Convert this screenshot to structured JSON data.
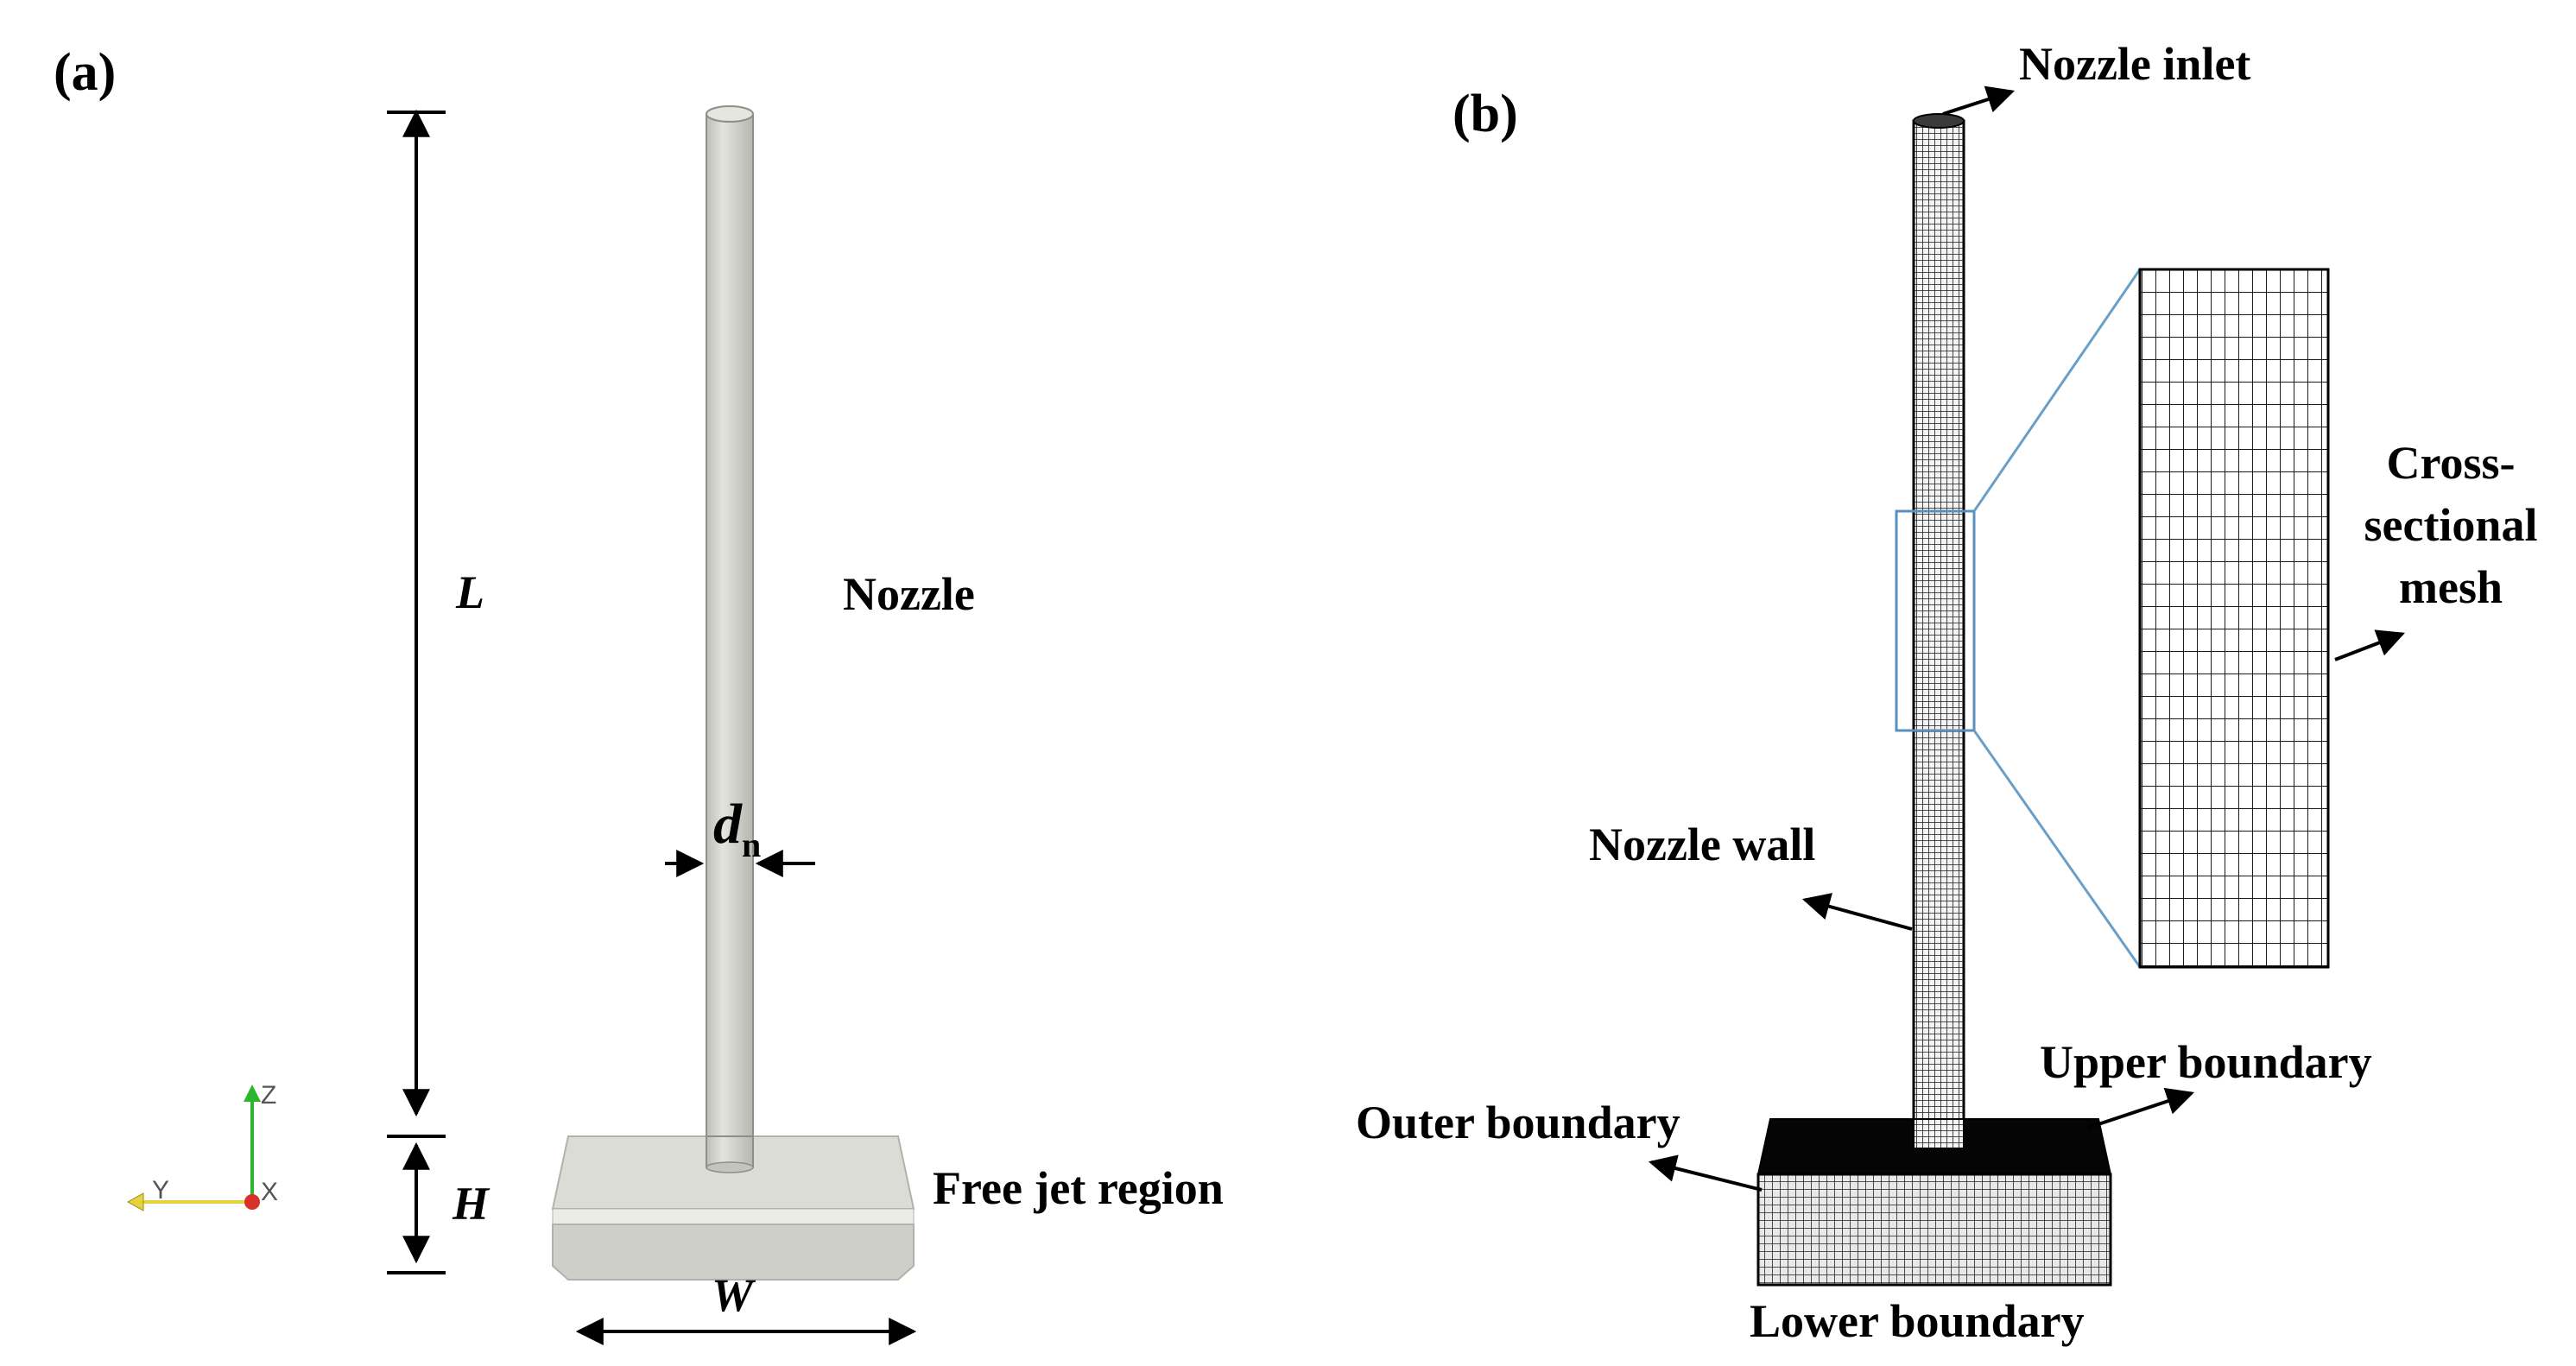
{
  "panel_a": {
    "label": "(a)",
    "length_symbol": "L",
    "height_symbol": "H",
    "width_symbol": "W",
    "diameter_symbol": "d",
    "diameter_subscript": "n",
    "nozzle_label": "Nozzle",
    "region_label": "Free jet region",
    "axes": {
      "z": "Z",
      "y": "Y",
      "x": "X"
    }
  },
  "panel_b": {
    "label": "(b)",
    "nozzle_inlet": "Nozzle inlet",
    "nozzle_wall": "Nozzle wall",
    "cross_section": [
      "Cross-",
      "sectional",
      "mesh"
    ],
    "upper_boundary": "Upper boundary",
    "outer_boundary": "Outer boundary",
    "lower_boundary": "Lower boundary"
  },
  "colors": {
    "nozzle_fill": "#d9d9d4",
    "block_fill": "#d2d2cc",
    "zoom_lines": "#6a9fc8",
    "mesh_dark": "#111111",
    "axis_z": "#2db52d",
    "axis_y": "#e6d23a",
    "axis_x": "#d9302a"
  },
  "icons": {
    "dimension_arrow": "double-headed-arrow",
    "callout_arrow": "single-headed-arrow",
    "axis_triad": "xyz-axis-triad"
  }
}
